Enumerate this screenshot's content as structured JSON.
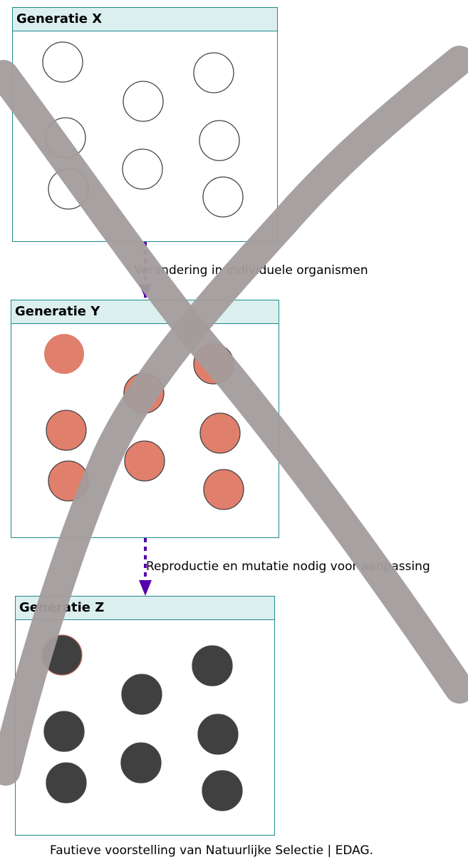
{
  "generations": [
    {
      "title": "Generatie X",
      "fill": "#ffffff"
    },
    {
      "title": "Generatie Y",
      "fill": "#e07f6c"
    },
    {
      "title": "Generatie Z",
      "fill": "#404040"
    }
  ],
  "arrows": [
    {
      "label": "Verandering in individuele organismen"
    },
    {
      "label": "Reproductie en mutatie nodig voor aanpassing"
    }
  ],
  "caption": "Fautieve voorstelling van Natuurlijke Selectie | EDAG.",
  "colors": {
    "arrow": "#5500aa",
    "cross": "#a39c9c",
    "border": "#1f8a8a"
  }
}
